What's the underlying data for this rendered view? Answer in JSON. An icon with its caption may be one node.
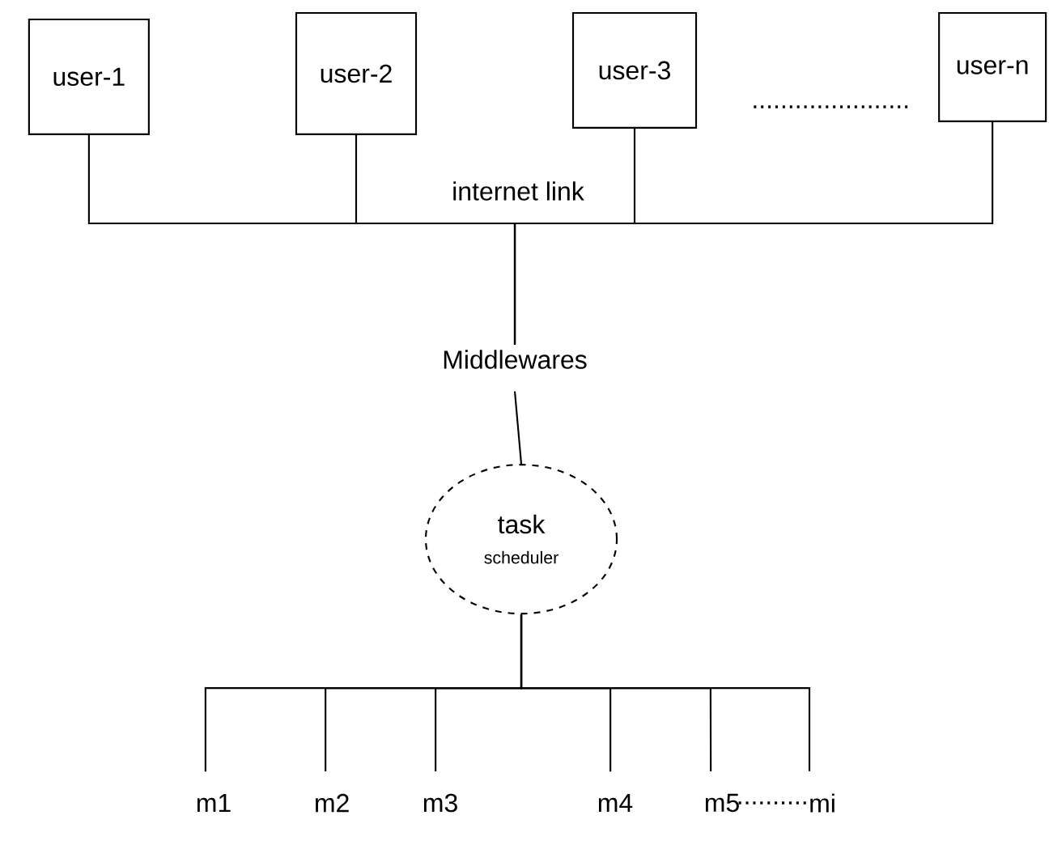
{
  "diagram": {
    "nodes": [
      {
        "text": [
          "user-1"
        ]
      },
      {
        "text": [
          "user-2"
        ]
      },
      {
        "text": [
          "user-3"
        ]
      },
      {
        "text": [
          "user-n"
        ]
      },
      {
        "text": [
          "Middlewares"
        ]
      },
      {
        "text": [
          "task",
          "scheduler"
        ]
      },
      {
        "text": [
          "m1"
        ]
      },
      {
        "text": [
          "m2"
        ]
      },
      {
        "text": [
          "m3"
        ]
      },
      {
        "text": [
          "m4"
        ]
      },
      {
        "text": [
          "m5"
        ]
      },
      {
        "text": [
          "mi"
        ]
      }
    ],
    "edges": [
      {
        "from": 0,
        "to": 4,
        "arrow": "none"
      },
      {
        "from": 1,
        "to": 4,
        "arrow": "none"
      },
      {
        "from": 2,
        "to": 4,
        "arrow": "none"
      },
      {
        "from": 3,
        "to": 4,
        "arrow": "none"
      },
      {
        "from": 4,
        "to": 5,
        "arrow": "none"
      },
      {
        "from": 5,
        "to": 6,
        "arrow": "none"
      },
      {
        "from": 5,
        "to": 7,
        "arrow": "none"
      },
      {
        "from": 5,
        "to": 8,
        "arrow": "none"
      },
      {
        "from": 5,
        "to": 9,
        "arrow": "none"
      },
      {
        "from": 5,
        "to": 10,
        "arrow": "none"
      },
      {
        "from": 5,
        "to": 11,
        "arrow": "none"
      }
    ],
    "labels": [
      "......................",
      "internet link",
      ".........."
    ]
  }
}
